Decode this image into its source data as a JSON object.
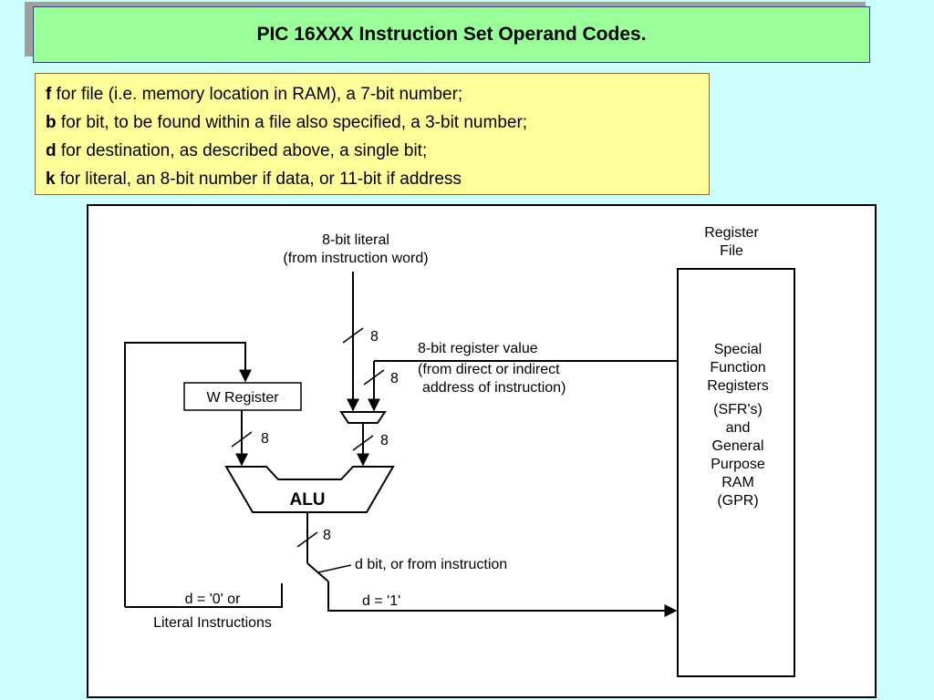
{
  "slide": {
    "title": "PIC 16XXX Instruction Set Operand Codes.",
    "definitions": [
      {
        "key": "f",
        "text": " for file (i.e. memory location in RAM), a 7-bit number;"
      },
      {
        "key": "b",
        "text": " for bit, to be found within a file also specified, a 3-bit number;"
      },
      {
        "key": "d",
        "text": " for destination, as described above, a single bit;"
      },
      {
        "key": "k",
        "text": " for literal, an 8-bit number if data, or 11-bit if address"
      }
    ]
  },
  "diagram": {
    "literal_label": [
      "8-bit literal",
      "(from instruction word)"
    ],
    "register_file_label": [
      "Register",
      "File"
    ],
    "register_file_contents": [
      "Special",
      "Function",
      "Registers",
      "(SFR's)",
      "and",
      "General",
      "Purpose",
      "RAM",
      "(GPR)"
    ],
    "w_register": "W Register",
    "alu": "ALU",
    "register_value_label": [
      "8-bit register value",
      "(from direct or indirect",
      "address of instruction)"
    ],
    "bus_width": "8",
    "d_bit_label": "d bit, or from instruction",
    "d0_label": [
      "d = '0' or",
      "Literal Instructions"
    ],
    "d1_label": "d = '1'"
  }
}
